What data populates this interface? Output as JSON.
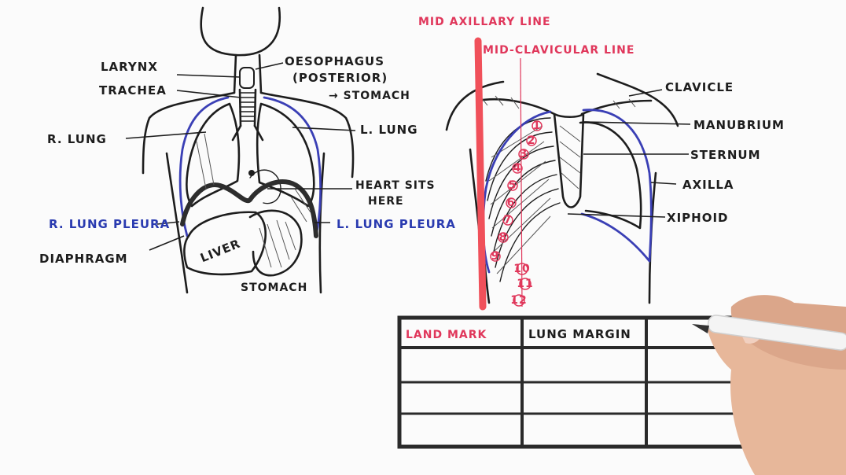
{
  "left_diagram": {
    "labels": {
      "larynx": "LARYNX",
      "trachea": "TRACHEA",
      "oesophagus": "OESOPHAGUS",
      "oesophagus_note": "(POSTERIOR)",
      "stomach_arrow": "→ STOMACH",
      "r_lung": "R. LUNG",
      "l_lung": "L. LUNG",
      "heart_line1": "HEART SITS",
      "heart_line2": "HERE",
      "r_lung_pleura": "R. LUNG PLEURA",
      "l_lung_pleura": "L. LUNG PLEURA",
      "diaphragm": "DIAPHRAGM",
      "liver": "LIVER",
      "stomach": "STOMACH"
    }
  },
  "right_diagram": {
    "labels": {
      "mid_axillary": "MID AXILLARY LINE",
      "mid_clavicular": "MID-CLAVICULAR LINE",
      "clavicle": "CLAVICLE",
      "manubrium": "MANUBRIUM",
      "sternum": "STERNUM",
      "axilla": "AXILLA",
      "xiphoid": "XIPHOID"
    },
    "rib_numbers": [
      "1",
      "2",
      "3",
      "4",
      "5",
      "6",
      "7",
      "8",
      "9",
      "10",
      "11",
      "12"
    ]
  },
  "table": {
    "headers": [
      "LAND MARK",
      "LUNG MARGIN",
      ""
    ],
    "rows": 3
  },
  "colors": {
    "ink": "#1d1d1d",
    "pleura_blue": "#3a3fb5",
    "accent_red": "#e0375b",
    "axillary_line": "#f0505a"
  }
}
